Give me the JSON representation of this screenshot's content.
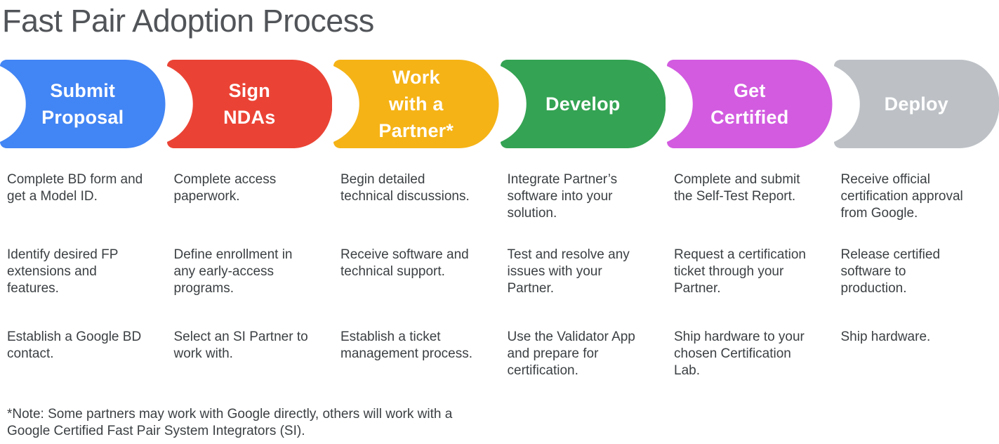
{
  "page": {
    "title": "Fast Pair Adoption Process"
  },
  "note": [
    "*Note: Some partners may work with Google directly, others will work with a",
    "Google Certified Fast Pair System Integrators (SI)."
  ],
  "colors": {
    "blue": "#4285F4",
    "red": "#EA4335",
    "yellow": "#F5B316",
    "green": "#34A353",
    "magenta": "#D25BE0",
    "gray": "#BDC1C6",
    "label_text": "#FFFFFF",
    "body_text": "#3C4043",
    "title_text": "#515458"
  },
  "stages": [
    {
      "name": "submit-proposal",
      "label": [
        "Submit",
        "Proposal"
      ],
      "color": "#4285F4",
      "steps": [
        [
          "Complete BD form and",
          "get a Model ID."
        ],
        [
          "Identify desired FP",
          "extensions and",
          "features."
        ],
        [
          "Establish a Google BD",
          "contact."
        ]
      ]
    },
    {
      "name": "sign-ndas",
      "label": [
        "Sign",
        "NDAs"
      ],
      "color": "#EA4335",
      "steps": [
        [
          "Complete access",
          "paperwork."
        ],
        [
          "Define enrollment in",
          "any early-access",
          "programs."
        ],
        [
          "Select an SI Partner to",
          "work with."
        ]
      ]
    },
    {
      "name": "work-with-a-partner",
      "label": [
        "Work",
        "with a",
        "Partner*"
      ],
      "color": "#F5B316",
      "steps": [
        [
          "Begin detailed",
          "technical discussions."
        ],
        [
          "Receive software and",
          "technical support."
        ],
        [
          "Establish a ticket",
          "management process."
        ]
      ]
    },
    {
      "name": "develop",
      "label": [
        "Develop"
      ],
      "color": "#34A353",
      "steps": [
        [
          "Integrate Partner’s",
          "software into your",
          "solution."
        ],
        [
          "Test and resolve any",
          "issues with your",
          "Partner."
        ],
        [
          "Use the Validator App",
          "and prepare for",
          "certification."
        ]
      ]
    },
    {
      "name": "get-certified",
      "label": [
        "Get",
        "Certified"
      ],
      "color": "#D25BE0",
      "steps": [
        [
          "Complete and submit",
          "the Self-Test Report."
        ],
        [
          "Request a certification",
          "ticket through your",
          "Partner."
        ],
        [
          "Ship hardware to your",
          "chosen Certification",
          "Lab."
        ]
      ]
    },
    {
      "name": "deploy",
      "label": [
        "Deploy"
      ],
      "color": "#BDC1C6",
      "steps": [
        [
          "Receive official",
          "certification approval",
          "from Google."
        ],
        [
          "Release certified",
          "software to",
          "production."
        ],
        [
          "Ship hardware."
        ]
      ]
    }
  ]
}
